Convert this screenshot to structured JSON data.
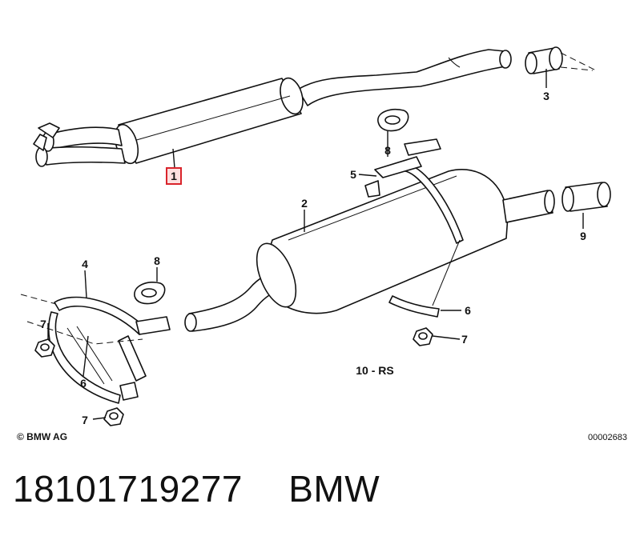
{
  "callouts": {
    "c1": "1",
    "c2": "2",
    "c3": "3",
    "c4": "4",
    "c5": "5",
    "c6a": "6",
    "c6b": "6",
    "c7a": "7",
    "c7b": "7",
    "c7c": "7",
    "c8a": "8",
    "c8b": "8",
    "c9": "9",
    "c10": "10 - RS"
  },
  "copyright": "© BMW AG",
  "drawing_number": "00002683",
  "footer": {
    "part_number": "18101719277",
    "brand": "BMW"
  },
  "colors": {
    "highlight": "#d9242b",
    "ink": "#111111"
  }
}
